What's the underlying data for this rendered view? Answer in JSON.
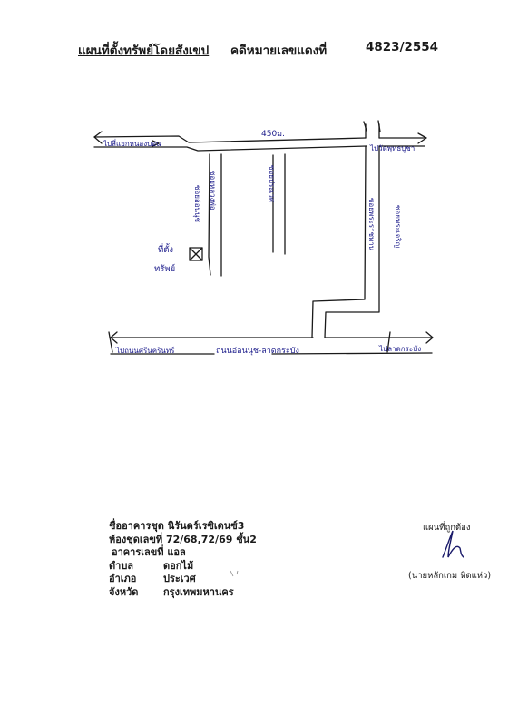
{
  "header": {
    "title": "แผนที่ตั้งทรัพย์โดยสังเขป",
    "case_label": "คดีหมายเลขแดงที่",
    "case_number": "4823/2554"
  },
  "map": {
    "top_road_length": "450ม.",
    "left_top_direction": "ไปสี่แยกหนองบอน",
    "right_top_direction": "ไปวัดพุทธบูชา",
    "bottom_left_direction": "ไปถนนศรีนครินทร์",
    "bottom_road_name": "ถนนอ่อนนุช-ลาดกระบัง",
    "bottom_right_direction": "ไปลาดกระบัง",
    "soi_left_left": "ซอยอ่อนนุช",
    "soi_left_right": "ซอยหลวงพ่อ",
    "soi_middle": "ซอยประเวศ",
    "soi_right_inner": "ซอยพระราชทาน",
    "soi_right_outer": "ซอยพระเจริญ",
    "property_label_1": "ที่ตั้ง",
    "property_label_2": "ทรัพย์"
  },
  "info": {
    "building_name": "ชื่ออาคารชุด นิรันดร์เรซิเดนซ์3",
    "unit": "ห้องชุดเลขที่ 72/68,72/69 ชั้น2",
    "building_no": "อาคารเลขที่ แอล",
    "subdistrict_label": "ตำบล",
    "subdistrict": "ดอกไม้",
    "district_label": "อำเภอ",
    "district": "ประเวศ",
    "province_label": "จังหวัด",
    "province": "กรุงเทพมหานคร"
  },
  "signature": {
    "label": "แผนที่ถูกต้อง",
    "name": "(นายหลักเกม หิดแห่ว)"
  }
}
